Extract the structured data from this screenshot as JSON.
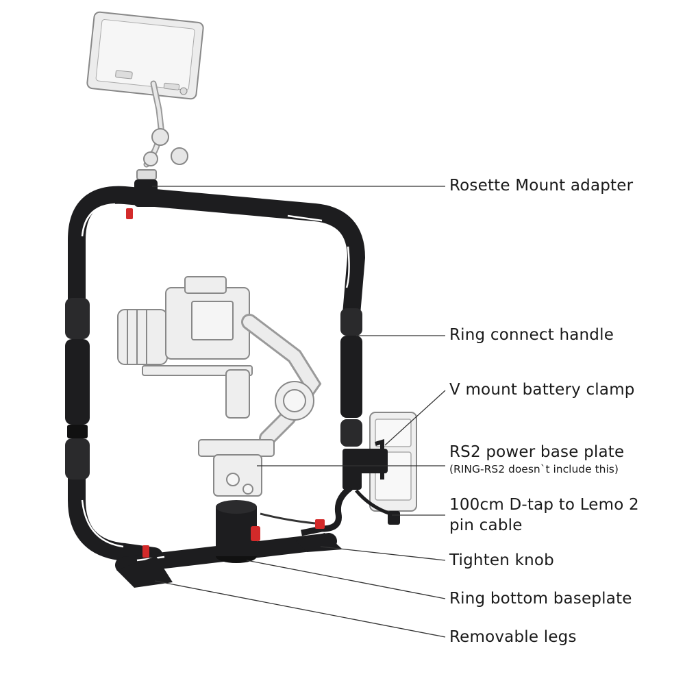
{
  "callouts": [
    {
      "id": "rosette-mount-adapter",
      "lines": [
        "Rosette Mount adapter"
      ]
    },
    {
      "id": "ring-connect-handle",
      "lines": [
        "Ring connect handle"
      ]
    },
    {
      "id": "v-mount-battery-clamp",
      "lines": [
        "V mount battery clamp"
      ]
    },
    {
      "id": "rs2-power-base-plate",
      "lines": [
        "RS2 power base plate"
      ],
      "note": "(RING-RS2 doesn`t include this)"
    },
    {
      "id": "dtap-lemo-cable",
      "lines": [
        "100cm D-tap to Lemo 2",
        "pin cable"
      ]
    },
    {
      "id": "tighten-knob",
      "lines": [
        "Tighten knob"
      ]
    },
    {
      "id": "ring-bottom-baseplate",
      "lines": [
        "Ring bottom baseplate"
      ]
    },
    {
      "id": "removable-legs",
      "lines": [
        "Removable legs"
      ]
    }
  ],
  "colors": {
    "frame": "#1d1d1f",
    "frame_highlight": "#ffffff",
    "accent_knob": "#d32a2a",
    "sketch": "#8a8a8a",
    "leader_line": "#333333"
  }
}
